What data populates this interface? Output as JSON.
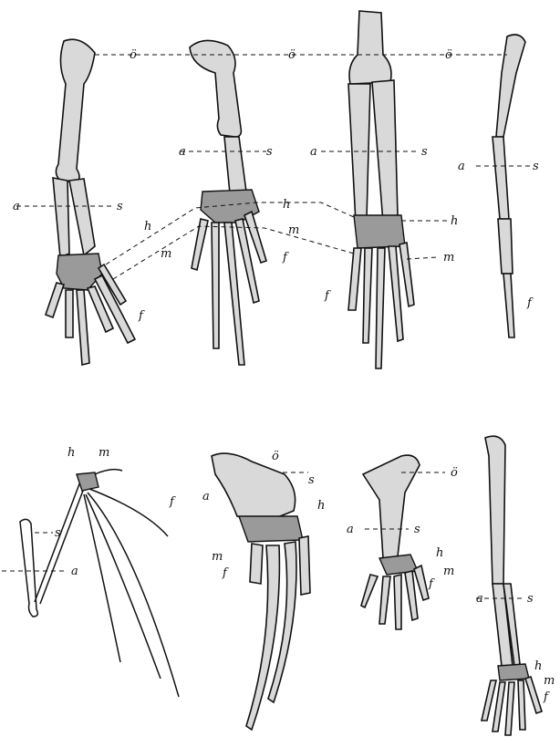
{
  "labels": {
    "humerus": "ö",
    "ulna_radius_a": "a",
    "ulna_radius_s": "s",
    "carpus": "h",
    "metacarpus": "m",
    "phalanges": "f"
  }
}
